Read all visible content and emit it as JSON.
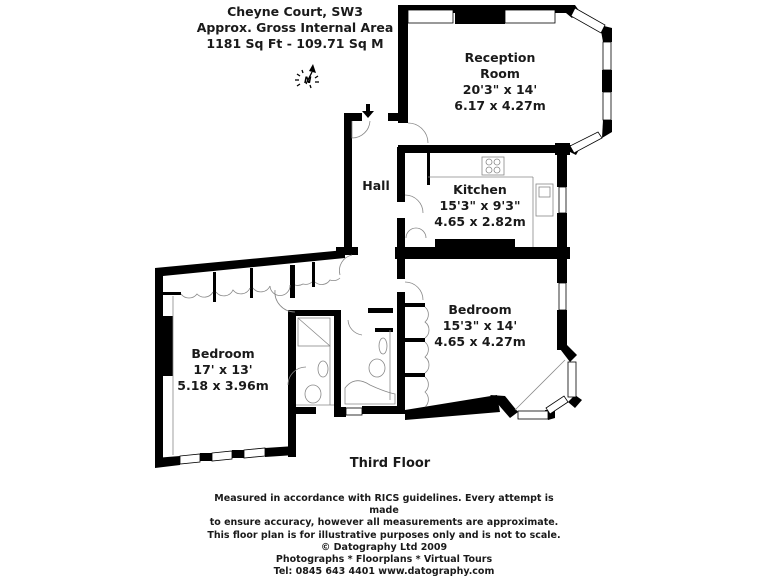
{
  "header": {
    "property": "Cheyne Court, SW3",
    "area_title": "Approx. Gross Internal Area",
    "area_value": "1181 Sq Ft  -  109.71 Sq M"
  },
  "compass": {
    "icon": "north-arrow-icon",
    "letter": "N"
  },
  "entrance": {
    "icon": "entrance-arrow-icon"
  },
  "rooms": [
    {
      "name": "Reception",
      "name2": "Room",
      "imperial": "20'3\" x 14'",
      "metric": "6.17 x 4.27m"
    },
    {
      "name": "Hall"
    },
    {
      "name": "Kitchen",
      "imperial": "15'3\" x 9'3\"",
      "metric": "4.65 x 2.82m"
    },
    {
      "name": "Bedroom",
      "imperial": "15'3\" x 14'",
      "metric": "4.65 x 4.27m"
    },
    {
      "name": "Bedroom",
      "imperial": "17' x 13'",
      "metric": "5.18 x 3.96m"
    }
  ],
  "floor_label": "Third Floor",
  "footer": {
    "line1": "Measured in accordance with RICS guidelines. Every attempt is made",
    "line2": "to ensure accuracy, however all measurements are approximate.",
    "line3": "This floor plan is for illustrative purposes only and is not to scale.",
    "line4": "© Datography Ltd 2009",
    "line5": "Photographs * Floorplans * Virtual Tours",
    "line6": "Tel: 0845 643 4401 www.datography.com"
  },
  "colors": {
    "wall": "#000000",
    "fixture": "#888888",
    "background": "#ffffff"
  }
}
